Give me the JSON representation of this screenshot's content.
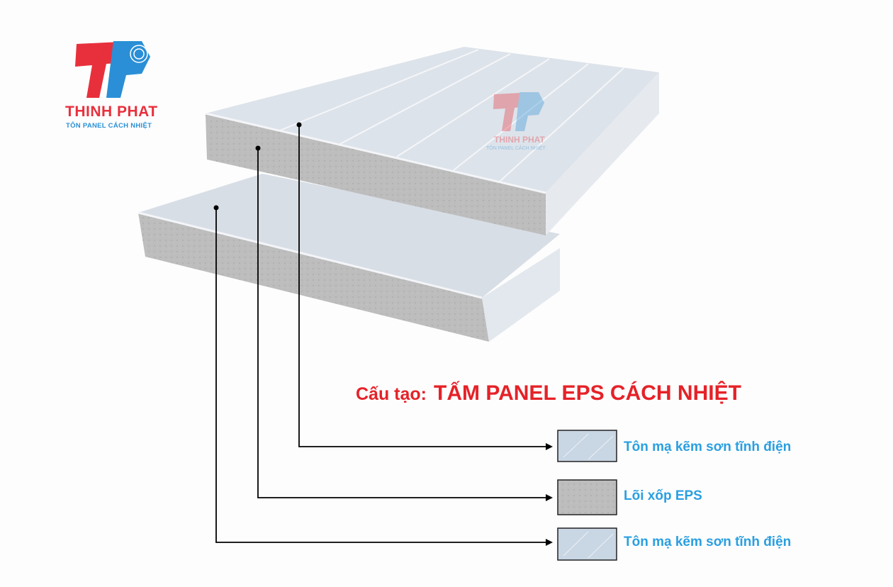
{
  "logo": {
    "name": "THINH PHAT",
    "tagline": "TÔN PANEL CÁCH NHIỆT"
  },
  "watermark": {
    "name": "THINH PHAT",
    "tagline": "TÔN PANEL CÁCH NHIỆT"
  },
  "title": {
    "prefix": "Cấu tạo:",
    "main": "TẤM PANEL EPS CÁCH NHIỆT"
  },
  "layers": [
    {
      "label": "Tôn mạ kẽm sơn tĩnh điện",
      "swatch_color": "#c9d6e4"
    },
    {
      "label": "Lõi xốp EPS",
      "swatch_color": "#c4c4c4"
    },
    {
      "label": "Tôn mạ kẽm sơn tĩnh điện",
      "swatch_color": "#c9d6e4"
    }
  ],
  "colors": {
    "brand_red": "#e52228",
    "brand_blue": "#2a9fe0"
  }
}
